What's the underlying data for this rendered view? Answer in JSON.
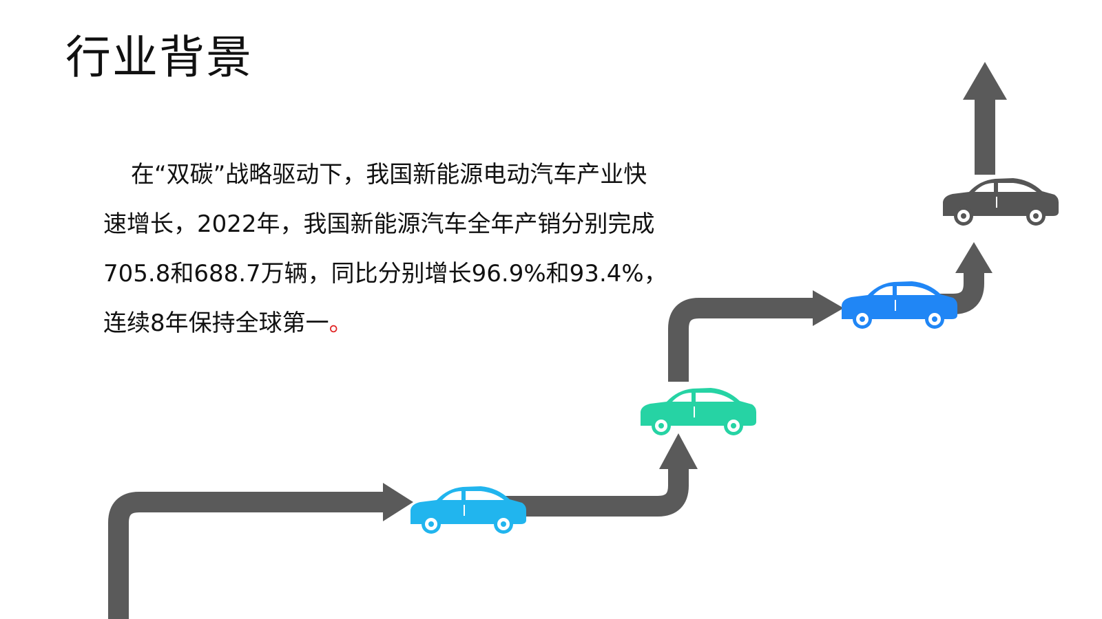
{
  "slide": {
    "title": "行业背景",
    "paragraph": {
      "line1": "在“双碳”战略驱动下，我国新能源电动汽车产业快",
      "line2": "速增长，2022年，我国新能源汽车全年产销分别完成",
      "line3": "705.8和688.7万辆，同比分别增长96.9%和93.4%，",
      "line4": "连续8年保持全球第一",
      "end_mark": "。"
    }
  },
  "graphic": {
    "road_color": "#5a5a5a",
    "cars": [
      {
        "name": "car-icon-1",
        "color": "#21b5ee"
      },
      {
        "name": "car-icon-2",
        "color": "#26d3a4"
      },
      {
        "name": "car-icon-3",
        "color": "#2086f5"
      },
      {
        "name": "car-icon-4",
        "color": "#555555"
      }
    ]
  }
}
